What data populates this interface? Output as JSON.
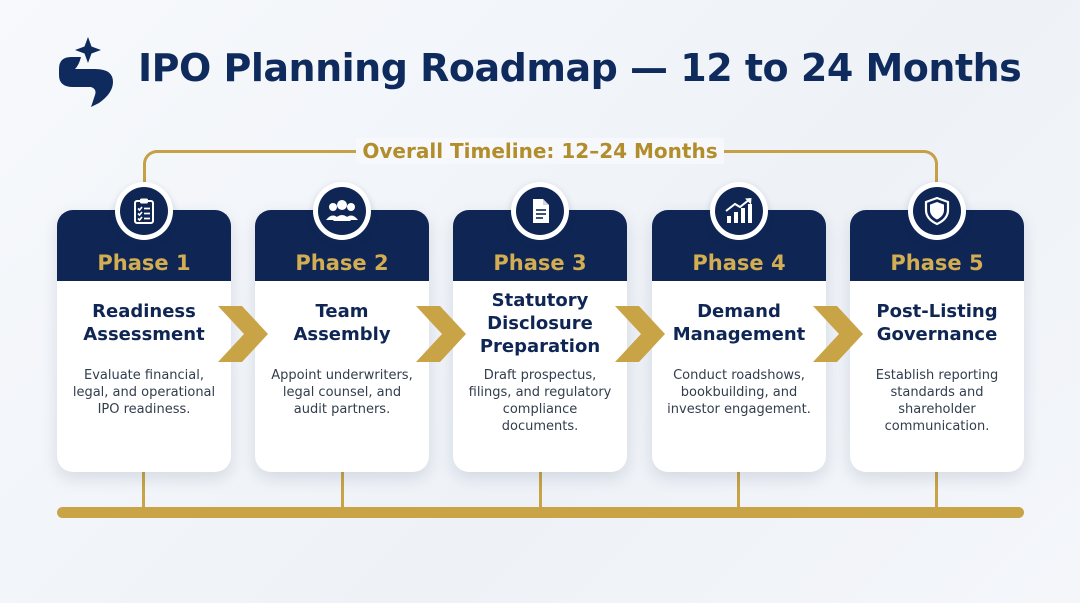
{
  "header": {
    "title": "IPO Planning Roadmap — 12 to 24 Months",
    "logo_icon": "sparkle-s-logo-icon"
  },
  "timeline": {
    "overall_label": "Overall Timeline: 12–24 Months"
  },
  "phases": [
    {
      "label": "Phase 1",
      "title_lines": [
        "Readiness",
        "Assessment"
      ],
      "description": "Evaluate financial, legal, and operational IPO readiness.",
      "icon": "clipboard-checklist-icon"
    },
    {
      "label": "Phase 2",
      "title_lines": [
        "Team",
        "Assembly"
      ],
      "description": "Appoint underwriters, legal counsel, and audit partners.",
      "icon": "team-group-icon"
    },
    {
      "label": "Phase 3",
      "title_lines": [
        "Statutory",
        "Disclosure",
        "Preparation"
      ],
      "description": "Draft prospectus, filings, and regulatory compliance documents.",
      "icon": "document-icon"
    },
    {
      "label": "Phase 4",
      "title_lines": [
        "Demand",
        "Management"
      ],
      "description": "Conduct roadshows, bookbuilding, and investor engagement.",
      "icon": "growth-chart-icon"
    },
    {
      "label": "Phase 5",
      "title_lines": [
        "Post-Listing",
        "Governance"
      ],
      "description": "Establish reporting standards and shareholder communication.",
      "icon": "shield-icon"
    }
  ],
  "colors": {
    "navy": "#0f2654",
    "gold": "#c8a446",
    "gold_text": "#d2ad52"
  }
}
